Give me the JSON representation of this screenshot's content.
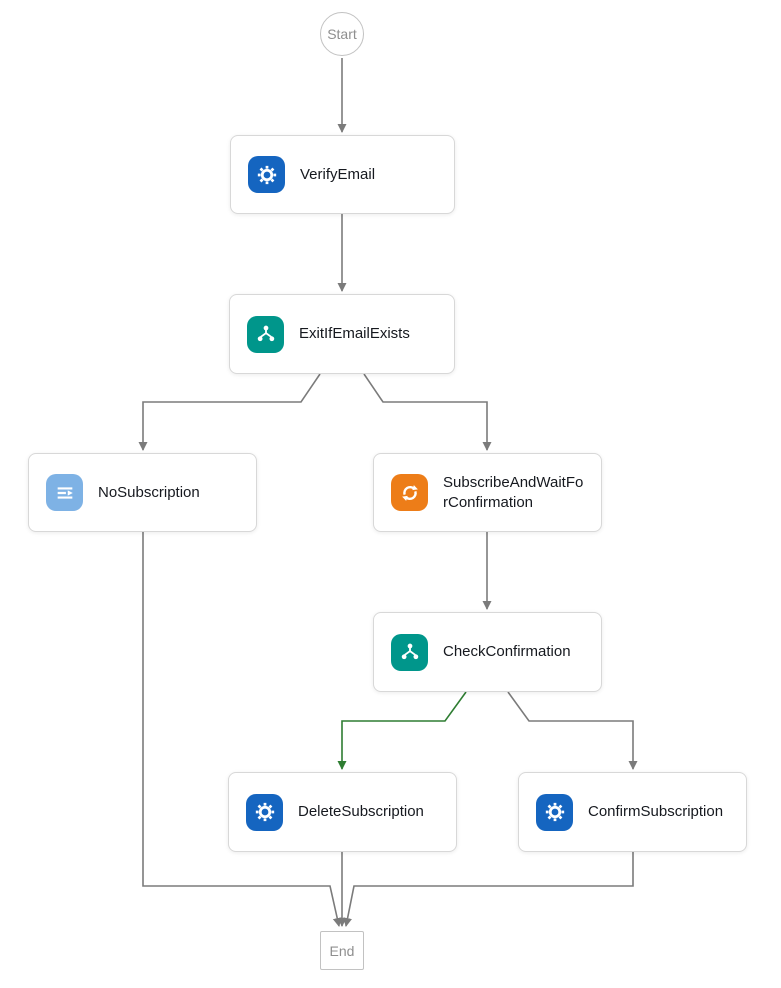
{
  "diagram": {
    "nodes": {
      "start": {
        "label": "Start",
        "type": "start"
      },
      "verify_email": {
        "label": "VerifyEmail",
        "type": "task",
        "icon": "gear-icon",
        "icon_color": "#1565c0"
      },
      "exit_if_email_exists": {
        "label": "ExitIfEmailExists",
        "type": "choice",
        "icon": "choice-branch-icon",
        "icon_color": "#00968b"
      },
      "no_subscription": {
        "label": "NoSubscription",
        "type": "pass",
        "icon": "pass-lines-icon",
        "icon_color": "#7eb2e5"
      },
      "subscribe_and_wait_for_confirmation": {
        "label": "SubscribeAndWaitForConfirmation",
        "type": "task",
        "icon": "sync-arrows-icon",
        "icon_color": "#ed7d18"
      },
      "check_confirmation": {
        "label": "CheckConfirmation",
        "type": "choice",
        "icon": "choice-branch-icon",
        "icon_color": "#00968b"
      },
      "delete_subscription": {
        "label": "DeleteSubscription",
        "type": "task",
        "icon": "gear-icon",
        "icon_color": "#1565c0"
      },
      "confirm_subscription": {
        "label": "ConfirmSubscription",
        "type": "task",
        "icon": "gear-icon",
        "icon_color": "#1565c0"
      },
      "end": {
        "label": "End",
        "type": "end"
      }
    },
    "edges": [
      {
        "from": "Start",
        "to": "VerifyEmail",
        "color": "#7b7b7b"
      },
      {
        "from": "VerifyEmail",
        "to": "ExitIfEmailExists",
        "color": "#7b7b7b"
      },
      {
        "from": "ExitIfEmailExists",
        "to": "NoSubscription",
        "color": "#7b7b7b"
      },
      {
        "from": "ExitIfEmailExists",
        "to": "SubscribeAndWaitForConfirmation",
        "color": "#7b7b7b"
      },
      {
        "from": "SubscribeAndWaitForConfirmation",
        "to": "CheckConfirmation",
        "color": "#7b7b7b"
      },
      {
        "from": "CheckConfirmation",
        "to": "DeleteSubscription",
        "color": "#2e7d32"
      },
      {
        "from": "CheckConfirmation",
        "to": "ConfirmSubscription",
        "color": "#7b7b7b"
      },
      {
        "from": "NoSubscription",
        "to": "End",
        "color": "#7b7b7b"
      },
      {
        "from": "DeleteSubscription",
        "to": "End",
        "color": "#7b7b7b"
      },
      {
        "from": "ConfirmSubscription",
        "to": "End",
        "color": "#7b7b7b"
      }
    ],
    "colors": {
      "edge_gray": "#7b7b7b",
      "edge_green": "#2e7d32",
      "task_blue": "#1565c0",
      "choice_teal": "#00968b",
      "pass_light_blue": "#7eb2e5",
      "sync_orange": "#ed7d18",
      "node_border": "#d8d8d8",
      "label_text": "#16191f",
      "terminal_text": "#8f8f8f"
    }
  }
}
